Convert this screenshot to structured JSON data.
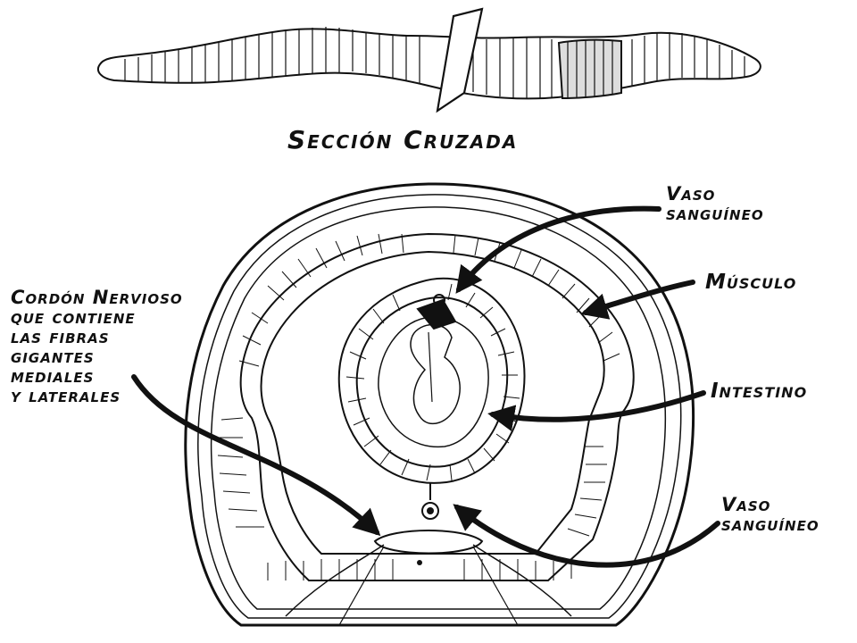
{
  "title": "Sección Cruzada",
  "labels": {
    "vaso_sanguineo_dorsal": [
      "Vaso",
      "sanguíneo"
    ],
    "musculo": "Músculo",
    "intestino": "Intestino",
    "vaso_sanguineo_ventral": [
      "Vaso",
      "sanguíneo"
    ],
    "cordon_nervioso": [
      "Cordón Nervioso",
      "que contiene",
      "las fibras",
      "gigantes",
      "mediales",
      "y laterales"
    ]
  },
  "colors": {
    "ink": "#111111",
    "paper": "#ffffff"
  }
}
